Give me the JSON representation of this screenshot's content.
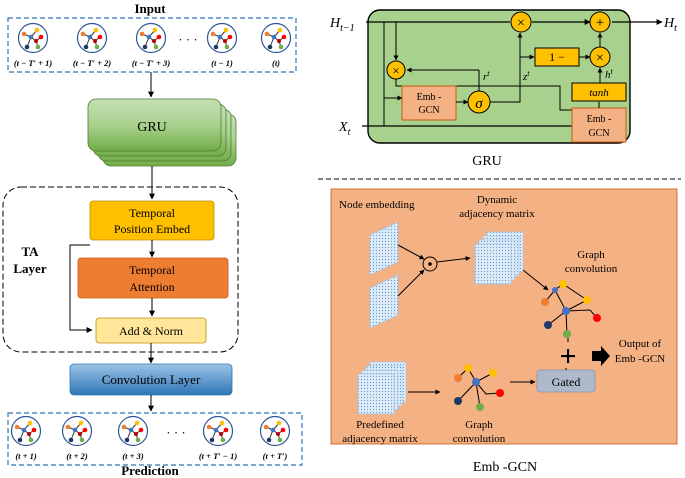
{
  "left": {
    "input_title": "Input",
    "prediction_title": "Prediction",
    "input_labels": [
      "(t − T′ + 1)",
      "(t − T′ + 2)",
      "(t − T′ + 3)",
      "(t − 1)",
      "(t)"
    ],
    "output_labels": [
      "(t + 1)",
      "(t + 2)",
      "(t + 3)",
      "(t + T′ − 1)",
      "(t + T′)"
    ],
    "ellipsis": "· · ·",
    "gru_block": "GRU",
    "ta_layer": [
      "TA",
      "Layer"
    ],
    "temporal_position_embed": [
      "Temporal",
      "Position Embed"
    ],
    "temporal_attention": [
      "Temporal",
      "Attention"
    ],
    "add_norm": "Add & Norm",
    "convolution_layer": "Convolution Layer"
  },
  "gru_cell": {
    "h_prev": "H",
    "h_prev_sub": "t−1",
    "h_out": "H",
    "h_out_sub": "t",
    "x_in": "X",
    "x_in_sub": "t",
    "emb_gcn_left": [
      "Emb -",
      "GCN"
    ],
    "emb_gcn_right": [
      "Emb -",
      "GCN"
    ],
    "sigma": "σ",
    "one_minus": "1 −",
    "tanh": "tanh",
    "r_label": "r",
    "z_label": "z",
    "h_label": "h",
    "sup_t": "t",
    "times": "×",
    "plus": "+",
    "caption": "GRU"
  },
  "emb_gcn": {
    "node_embedding": "Node embedding",
    "dynamic_adjacency": [
      "Dynamic",
      "adjacency matrix"
    ],
    "graph_convolution_top": [
      "Graph",
      "convolution"
    ],
    "output_label": [
      "Output of",
      "Emb -GCN"
    ],
    "gated": "Gated",
    "predefined_adjacency": [
      "Predefined",
      "adjacency matrix"
    ],
    "graph_convolution_bottom": [
      "Graph",
      "convolution"
    ],
    "odot": "⊙",
    "caption": "Emb -GCN"
  },
  "colors": {
    "gru_green": "#a9d18e",
    "gru_green_dark": "#70ad47",
    "temporal_position": "#ffc000",
    "temporal_attention": "#ed7d31",
    "add_norm": "#ffe699",
    "convolution": "#5b9bd5",
    "emb_orange": "#f4b183",
    "circle_yellow": "#ffc000",
    "gated_gray": "#adb9ca",
    "matrix_blue": "#bdd7ee"
  }
}
